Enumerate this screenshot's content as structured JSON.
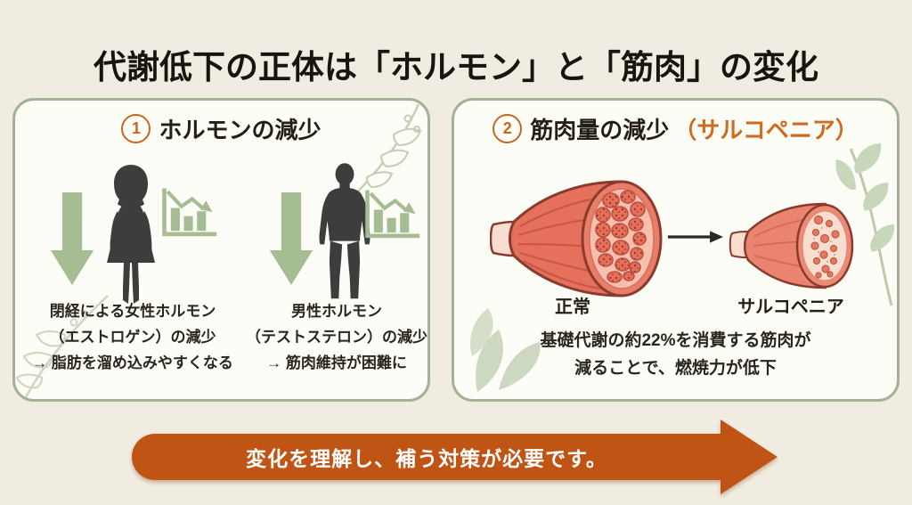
{
  "title": "代謝低下の正体は「ホルモン」と「筋肉」の変化",
  "panels": {
    "hormone": {
      "number": "1",
      "heading": "ホルモンの減少",
      "female": {
        "lines": [
          "閉経による女性ホルモン",
          "（エストロゲン）の減少",
          "→ 脂肪を溜め込みやすくなる"
        ]
      },
      "male": {
        "lines": [
          "男性ホルモン",
          "（テストステロン）の減少",
          "→ 筋肉維持が困難に"
        ]
      }
    },
    "muscle": {
      "number": "2",
      "heading": "筋肉量の減少",
      "heading_accent": "（サルコペニア）",
      "label_normal": "正常",
      "label_sarcopenia": "サルコペニア",
      "lines": [
        "基礎代謝の約22%を消費する筋肉が",
        "減ることで、燃焼力が低下"
      ]
    }
  },
  "banner": {
    "text": "変化を理解し、補う対策が必要です。"
  },
  "icons": {
    "down-arrow-icon": "thick downward arrow (decline)",
    "declining-chart-icon": "bar chart with falling trend arrow",
    "female-silhouette": "standing woman figure",
    "male-silhouette": "standing man figure",
    "muscle-normal-illustration": "large muscle cross-section",
    "muscle-sarcopenia-illustration": "shrunken muscle cross-section",
    "right-arrow-icon": "→",
    "leaf-decoration": "sage leaf branch ornament"
  },
  "colors": {
    "background": "#f0ece1",
    "panel_background": "#fdfdf7",
    "panel_border": "#a3b295",
    "accent_orange": "#c9641f",
    "banner_orange": "#c05415",
    "sage_green": "#a6bd94",
    "silhouette_gray": "#3d3d3d",
    "text_dark": "#241e15"
  }
}
